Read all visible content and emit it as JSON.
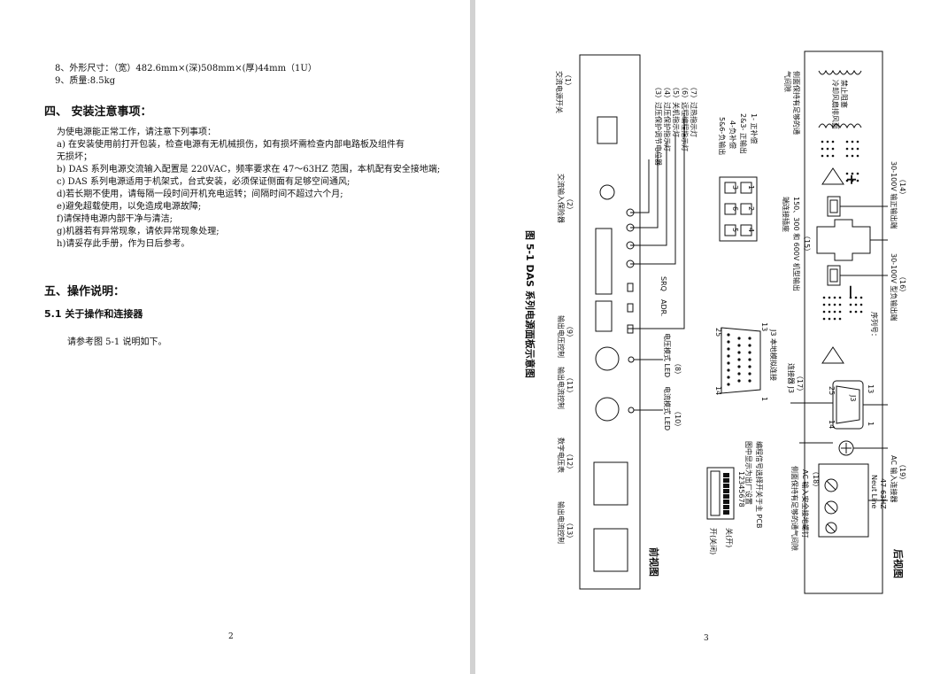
{
  "left_page": {
    "lines_top": [
      "8、外形尺寸：（宽）482.6mm×(深)508mm×(厚)44mm（1U）",
      "9、质量:8.5kg"
    ],
    "section4_title": "四、  安装注意事项：",
    "section4_lines": [
      "为使电源能正常工作，请注意下列事项：",
      "a) 在安装使用前打开包装，检查电源有无机械损伤，如有损坏需检查内部电路板及组件有",
      "    无损坏；",
      "b) DAS 系列电源交流输入配置是 220VAC，频率要求在 47～63HZ 范围，本机配有安全接地端;",
      "c) DAS 系列电源适用于机架式，台式安装，必须保证侧面有足够空间通风;",
      "d)若长期不使用，请每隔一段时间开机充电运转；间隔时间不超过六个月;",
      "e)避免超载使用，以免造成电源故障;",
      "f)请保持电源内部干净与清洁;",
      "g)机器若有异常现象，请依异常现象处理;",
      "h)请妥存此手册，作为日后参考。"
    ],
    "section5_title": "五、操作说明：",
    "section51_title": "5.1 关于操作和连接器",
    "section51_text": "请参考图 5-1 说明如下。",
    "page_number": "2"
  },
  "right_page": {
    "page_number": "3",
    "figure_title": "图 5-1 DAS 系列电源面板示意图",
    "front_view": "前视图",
    "rear_view": "后视图",
    "front_labels": {
      "l1": "（1）",
      "l1_text": "交流电源开关",
      "l2": "（2）",
      "l2_text": "交流输入保险器",
      "l9": "（9）",
      "l9_text": "输出电压控制",
      "l11": "（11）",
      "l11_text": "输出电流控制",
      "l12": "（12）",
      "l12_text": "数字电压表",
      "l13": "（13）",
      "l13_text": "输出电流控制",
      "l7": "（7）过热指示灯",
      "l6": "（6）远程编程指示灯",
      "l5": "（5）关机指示灯",
      "l4": "（4）过压保护指示灯",
      "l3": "（3）过压保护调节电位器",
      "srq": "SRQ",
      "adr": "ADR.",
      "l8": "（8）",
      "l8_text": "电压模式 LED",
      "l10": "（10）",
      "l10_text": "电流模式 LED"
    },
    "connector_legend": {
      "c1": "1- 正补偿",
      "c2": "2&3- 正输出",
      "c3": "4-负补偿",
      "c4": "5&6-负输出",
      "pins": [
        "1",
        "2",
        "3",
        "4",
        "5",
        "6"
      ]
    },
    "j3": {
      "title": "J3 本地模拟连接",
      "p13": "13",
      "p1": "1",
      "p25": "25",
      "p14": "14"
    },
    "dip": {
      "numbers": "12345678",
      "on": "关(开)",
      "off": "开(关闭)",
      "desc1": "编程信号选择开关于主 PCB",
      "desc2": "图中显示为出厂设置"
    },
    "rear_labels": {
      "fan1": "冷却风扇排风面",
      "fan2": "禁止阻塞",
      "side1": "侧面保持有足够的通",
      "side2": "气间隙",
      "l14": "（14）",
      "l14_text": "30-100V 输正输出端",
      "l15": "（15）",
      "l15_text1": "150、300 和 600V 机型输出",
      "l15_text2": "端连接插座",
      "l16": "（16）",
      "l16_text": "30-100V 型负输出端",
      "serial": "序列号：",
      "l17": "（17）",
      "l17_text": "连接器 J3",
      "j3": "J3",
      "p13": "13",
      "p1": "1",
      "p25": "25",
      "p14": "14",
      "l18": "（18）",
      "l18_text": "AC 输入安全接地螺钉",
      "l18_text2": "侧面保持有足够的通气间隙",
      "l19": "（19）",
      "l19_text": "AC 输入连接器",
      "freq": "47-63HZ",
      "neut": "Neut Line",
      "plus": "+",
      "minus": "—"
    }
  }
}
